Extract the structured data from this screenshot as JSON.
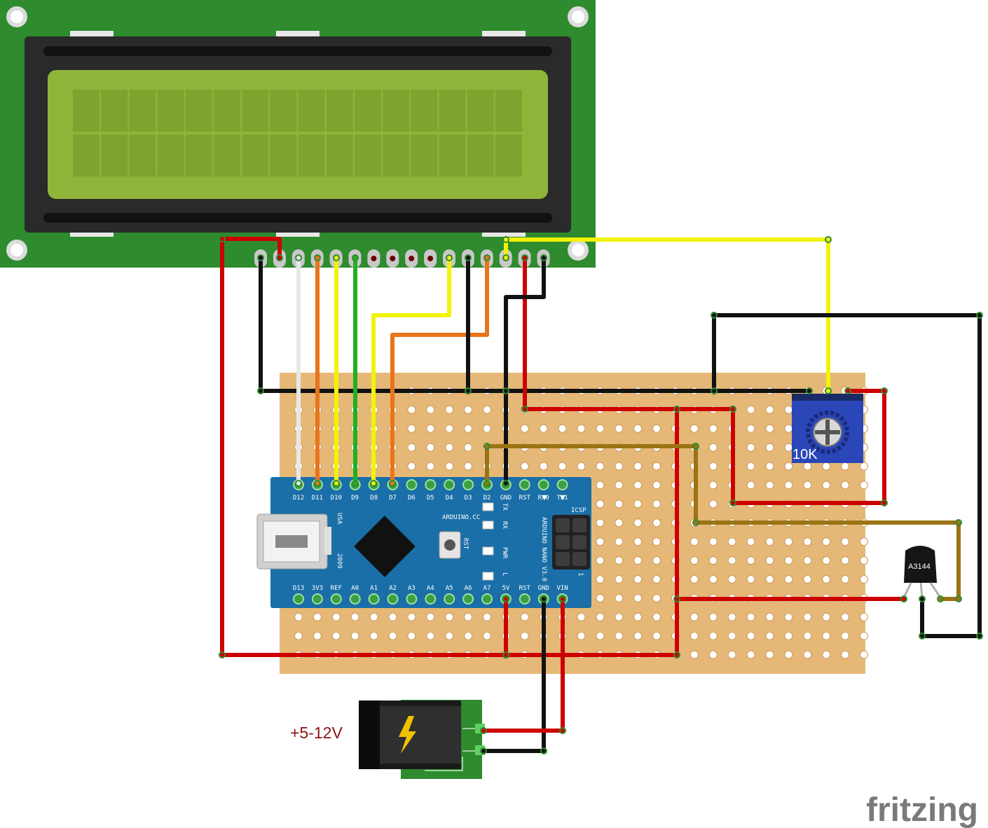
{
  "colors": {
    "lcd_pcb": "#2e8b2e",
    "lcd_bezel": "#2a2a2a",
    "lcd_screen": "#8fb43a",
    "stripboard": "#e6b877",
    "nano_board": "#1a6fa8",
    "pot_body": "#2a46b8",
    "wire_red": "#cc0000",
    "wire_black": "#111111",
    "wire_yellow": "#f2f20a",
    "wire_orange": "#e8751a",
    "wire_green": "#22b022",
    "wire_white": "#e8e8e8",
    "wire_brown": "#9a7414"
  },
  "nano": {
    "top_pins": [
      "D12",
      "D11",
      "D10",
      "D9",
      "D8",
      "D7",
      "D6",
      "D5",
      "D4",
      "D3",
      "D2",
      "GND",
      "RST",
      "RX0",
      "TX1"
    ],
    "bottom_pins": [
      "D13",
      "3V3",
      "REF",
      "A0",
      "A1",
      "A2",
      "A3",
      "A4",
      "A5",
      "A6",
      "A7",
      "5V",
      "RST",
      "GND",
      "VIN"
    ],
    "usb_label": "USA",
    "year_label": "2009",
    "brand_label": "ARDUINO.CC",
    "model_label": "ARDUINO NANO V3.0",
    "icsp_label": "ICSP",
    "rst_label": "RST",
    "led_labels": [
      "TX",
      "RX",
      "PWR",
      "L"
    ],
    "pin1_mark": "1"
  },
  "pot": {
    "label": "10K"
  },
  "sensor": {
    "label": "A3144"
  },
  "power": {
    "label": "+5-12V"
  },
  "brand": {
    "logo": "fritzing"
  },
  "icons": [
    "lightning-bolt-icon",
    "fritzing-logo"
  ]
}
